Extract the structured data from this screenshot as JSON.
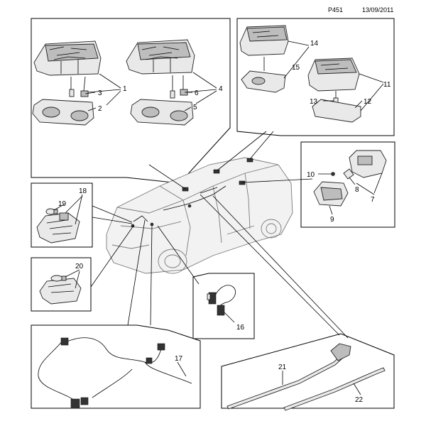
{
  "header": {
    "code": "P451",
    "date": "13/09/2011"
  },
  "callouts": [
    {
      "n": "1"
    },
    {
      "n": "2"
    },
    {
      "n": "3"
    },
    {
      "n": "4"
    },
    {
      "n": "5"
    },
    {
      "n": "6"
    },
    {
      "n": "7"
    },
    {
      "n": "8"
    },
    {
      "n": "9"
    },
    {
      "n": "10"
    },
    {
      "n": "11"
    },
    {
      "n": "12"
    },
    {
      "n": "13"
    },
    {
      "n": "14"
    },
    {
      "n": "15"
    },
    {
      "n": "16"
    },
    {
      "n": "17"
    },
    {
      "n": "18"
    },
    {
      "n": "19"
    },
    {
      "n": "20"
    },
    {
      "n": "21"
    },
    {
      "n": "22"
    }
  ]
}
